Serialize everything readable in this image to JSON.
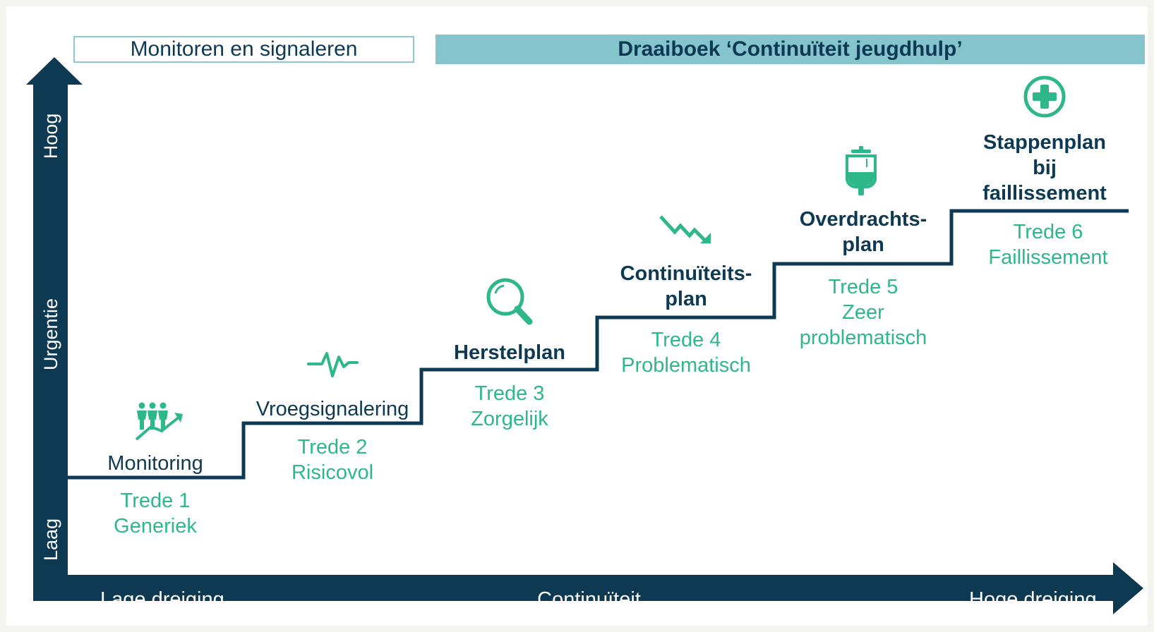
{
  "header": {
    "left_box_label": "Monitoren en signaleren",
    "right_box_label": "Draaiboek ‘Continuïteit jeugdhulp’"
  },
  "y_axis": {
    "high_label": "Hoog",
    "middle_label": "Urgentie",
    "low_label": "Laag"
  },
  "x_axis": {
    "left_label": "Lage dreiging",
    "middle_label": "Continuïteit",
    "right_label": "Hoge dreiging"
  },
  "steps": [
    {
      "title": "Monitoring",
      "title_bold": false,
      "subtitle_lines": [
        "Trede 1",
        "Generiek"
      ],
      "icon": "people-growth-icon"
    },
    {
      "title": "Vroegsignalering",
      "title_bold": false,
      "subtitle_lines": [
        "Trede 2",
        "Risicovol"
      ],
      "icon": "heartbeat-icon"
    },
    {
      "title": "Herstelplan",
      "title_bold": true,
      "subtitle_lines": [
        "Trede 3",
        "Zorgelijk"
      ],
      "icon": "magnifier-icon"
    },
    {
      "title_lines": [
        "Continuïteits-",
        "plan"
      ],
      "title_bold": true,
      "subtitle_lines": [
        "Trede 4",
        "Problematisch"
      ],
      "icon": "decline-arrow-icon"
    },
    {
      "title_lines": [
        "Overdrachts-",
        "plan"
      ],
      "title_bold": true,
      "subtitle_lines": [
        "Trede 5",
        "Zeer",
        "problematisch"
      ],
      "icon": "infusion-bag-icon"
    },
    {
      "title_lines": [
        "Stappenplan",
        "bij",
        "faillissement"
      ],
      "title_bold": true,
      "subtitle_lines": [
        "Trede 6",
        "Faillissement"
      ],
      "icon": "medical-cross-icon"
    }
  ],
  "colors": {
    "navy": "#0d3a52",
    "teal_header": "#86c4cd",
    "green": "#2eb889"
  }
}
